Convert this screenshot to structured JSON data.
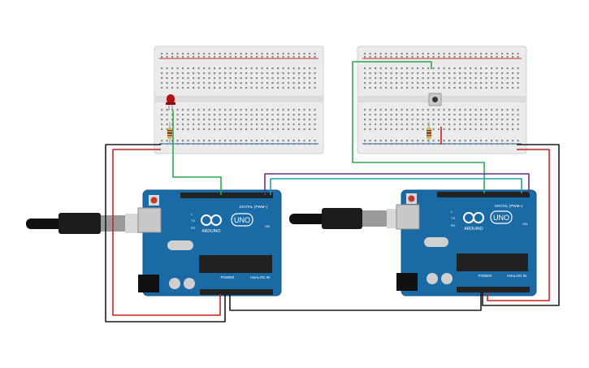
{
  "colors": {
    "board": "#1a6aa6",
    "board_dark": "#14578a",
    "breadboard": "#ebebeb",
    "rail_red": "#d32f2f",
    "rail_blue": "#1565c0",
    "wire_green": "#2fa84f",
    "wire_purple": "#6b2f8a",
    "wire_teal": "#1aa2b0",
    "wire_red": "#d11f1f",
    "wire_black": "#1b1b1b",
    "led": "#b51212",
    "usb_cable": "#111111"
  },
  "arduino_left": {
    "model_label": "UNO",
    "brand_label": "ARDUINO",
    "digital_label": "DIGITAL (PWM~)",
    "analog_label": "ANALOG IN",
    "power_label": "POWER",
    "tx_label": "TX",
    "rx_label": "RX",
    "l_label": "L",
    "on_label": "ON"
  },
  "arduino_right": {
    "model_label": "UNO",
    "brand_label": "ARDUINO",
    "digital_label": "DIGITAL (PWM~)",
    "analog_label": "ANALOG IN",
    "power_label": "POWER",
    "tx_label": "TX",
    "rx_label": "RX",
    "l_label": "L",
    "on_label": "ON"
  },
  "components": {
    "led_left": "led",
    "resistor_left": "resistor",
    "pushbutton_right": "pushbutton",
    "resistor_right": "resistor"
  }
}
